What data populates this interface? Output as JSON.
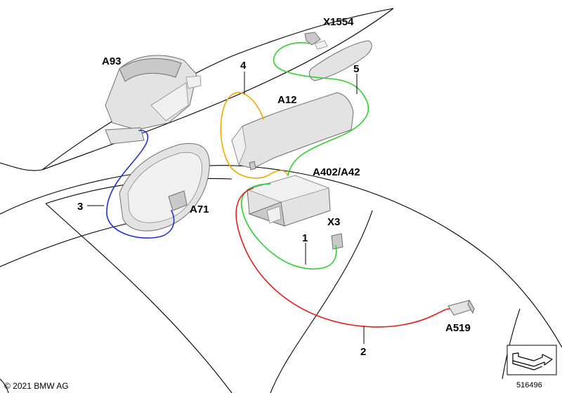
{
  "colors": {
    "wire_1": "#33cc33",
    "wire_2": "#e02020",
    "wire_3": "#2233cc",
    "wire_4": "#f0a800",
    "wire_5": "#33cc33",
    "outline": "#000000",
    "part_fill": "#e3e3e3"
  },
  "components": {
    "a93": "A93",
    "x1554": "X1554",
    "a12": "A12",
    "a402_a42": "A402/A42",
    "a71": "A71",
    "x3": "X3",
    "a519": "A519"
  },
  "wires": {
    "w1": "1",
    "w2": "2",
    "w3": "3",
    "w4": "4",
    "w5": "5"
  },
  "footer": {
    "copyright": "© 2021 BMW AG",
    "image_number": "516496"
  },
  "icons": {
    "nav_symbol": "fold-arrow-icon"
  }
}
